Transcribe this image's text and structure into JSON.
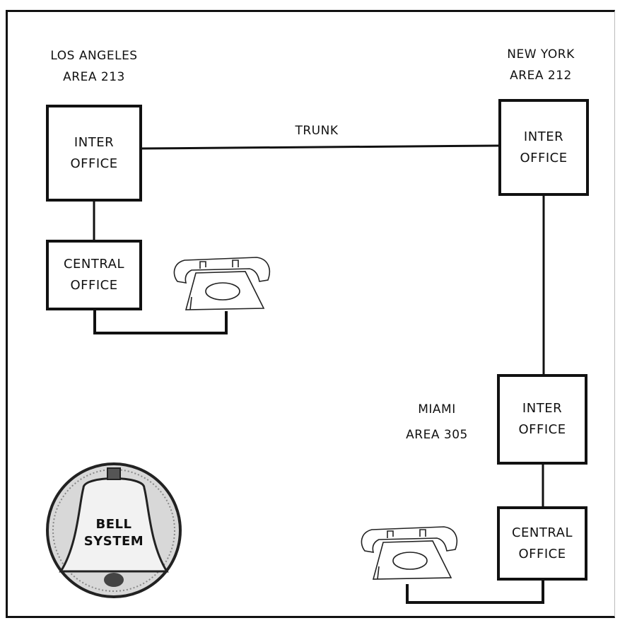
{
  "locations": {
    "los_angeles": {
      "city": "LOS ANGELES",
      "area": "AREA 213"
    },
    "new_york": {
      "city": "NEW YORK",
      "area": "AREA 212"
    },
    "miami": {
      "city": "MIAMI",
      "area": "AREA 305"
    }
  },
  "nodes": {
    "la_inter": {
      "line1": "INTER",
      "line2": "OFFICE"
    },
    "la_central": {
      "line1": "CENTRAL",
      "line2": "OFFICE"
    },
    "ny_inter": {
      "line1": "INTER",
      "line2": "OFFICE"
    },
    "mia_inter": {
      "line1": "INTER",
      "line2": "OFFICE"
    },
    "mia_central": {
      "line1": "CENTRAL",
      "line2": "OFFICE"
    }
  },
  "trunk_label": "TRUNK",
  "logo": {
    "line1": "BELL",
    "line2": "SYSTEM"
  },
  "icons": [
    "telephone-icon",
    "bell-system-logo"
  ]
}
